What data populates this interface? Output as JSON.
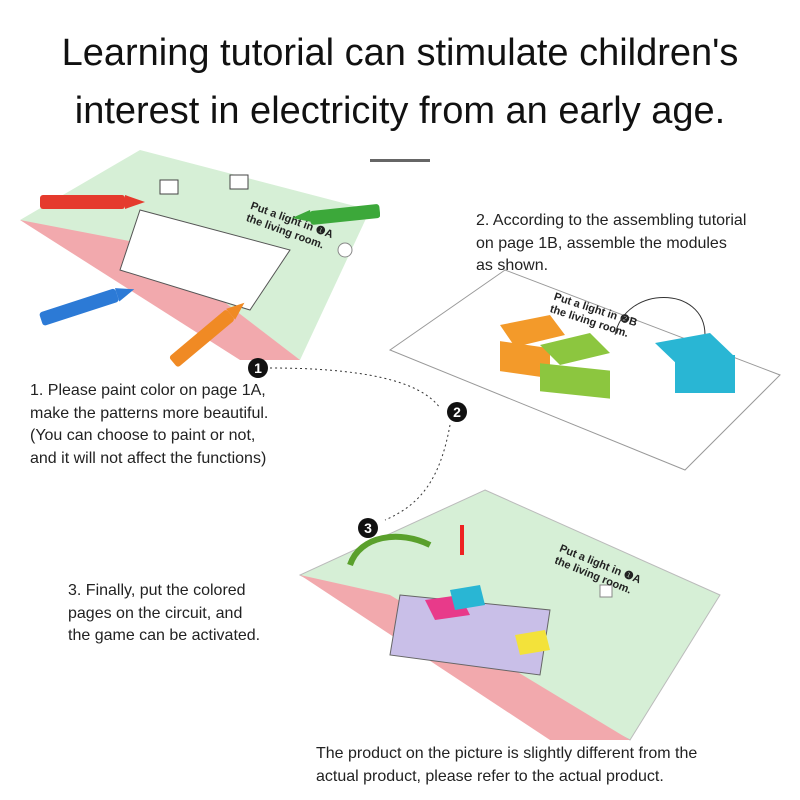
{
  "title": {
    "line1": "Learning tutorial can stimulate children's",
    "line2": "interest in electricity from an early age."
  },
  "steps": [
    {
      "number": "1",
      "lines": [
        "1. Please paint color on page 1A,",
        "make the patterns more beautiful.",
        "(You can choose to paint or not,",
        "and it will not affect the functions)"
      ]
    },
    {
      "number": "2",
      "lines": [
        "2. According to the assembling tutorial",
        "on page 1B, assemble the modules",
        "as shown."
      ]
    },
    {
      "number": "3",
      "lines": [
        "3. Finally, put the colored",
        "pages on the circuit, and",
        "the game can be activated."
      ]
    }
  ],
  "page_labels": {
    "page_1a": [
      "Put a light in ❶A",
      "the living room."
    ],
    "page_1b": [
      "Put a light in ❷B",
      "the living room."
    ]
  },
  "note": {
    "lines": [
      "The product on the picture is slightly different from the",
      "actual product, please refer to the actual product."
    ]
  },
  "colors": {
    "green_page": "#d6efd6",
    "pink_floor": "#f2a9ad",
    "orange_module": "#f39a2a",
    "green_module": "#8cc63f",
    "cyan_module": "#29b6d4"
  }
}
